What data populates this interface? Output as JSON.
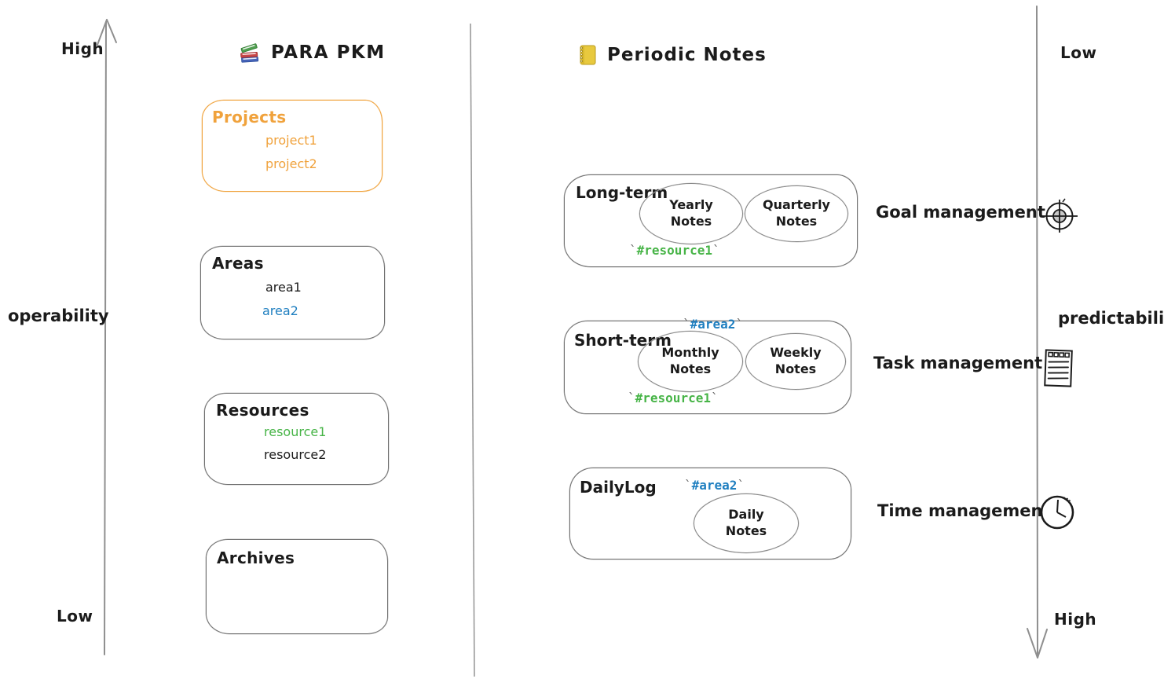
{
  "tick": "`",
  "colors": {
    "accent_orange": "#f0a23c",
    "accent_blue": "#1f7fc0",
    "accent_green": "#47b447",
    "ink": "#1b1b1b",
    "stroke_gray": "#8f8f8f"
  },
  "left_axis": {
    "top": "High",
    "bottom": "Low",
    "label": "operability"
  },
  "right_axis": {
    "top": "Low",
    "bottom": "High",
    "label": "predictability"
  },
  "para": {
    "title": "PARA PKM",
    "title_icon": "books-emoji",
    "boxes": {
      "projects": {
        "title": "Projects",
        "items": [
          "project1",
          "project2"
        ]
      },
      "areas": {
        "title": "Areas",
        "items": [
          "area1",
          "area2"
        ]
      },
      "resources": {
        "title": "Resources",
        "items": [
          "resource1",
          "resource2"
        ]
      },
      "archives": {
        "title": "Archives"
      }
    }
  },
  "periodic": {
    "title": "Periodic Notes",
    "title_icon": "ledger-emoji",
    "groups": {
      "long_term": {
        "title": "Long-term",
        "ellipse1": "Yearly\nNotes",
        "ellipse2": "Quarterly\nNotes",
        "bottom_tag": "#resource1",
        "label": "Goal management",
        "icon": "target-icon"
      },
      "short_term": {
        "title": "Short-term",
        "top_tag": "#area2",
        "ellipse1": "Monthly\nNotes",
        "ellipse2": "Weekly\nNotes",
        "bottom_tag": "#resource1",
        "label": "Task management",
        "icon": "notepad-icon"
      },
      "daily_log": {
        "title": "DailyLog",
        "top_tag": "#area2",
        "ellipse1": "Daily\nNotes",
        "label": "Time management",
        "icon": "clock-icon"
      }
    }
  }
}
